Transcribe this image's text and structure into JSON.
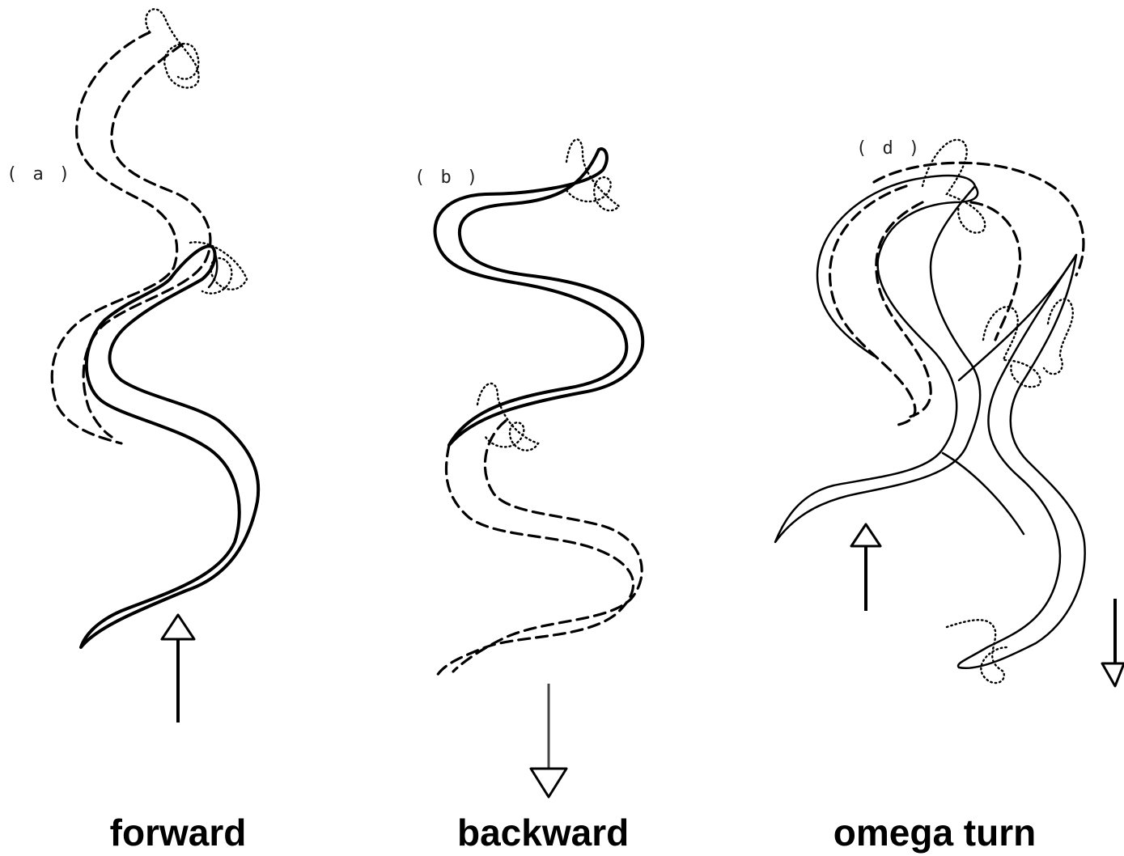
{
  "panels": [
    {
      "tag": "( a )",
      "caption": "forward"
    },
    {
      "tag": "( b )",
      "caption": "backward"
    },
    {
      "tag": "( d )",
      "caption": "omega turn"
    }
  ]
}
